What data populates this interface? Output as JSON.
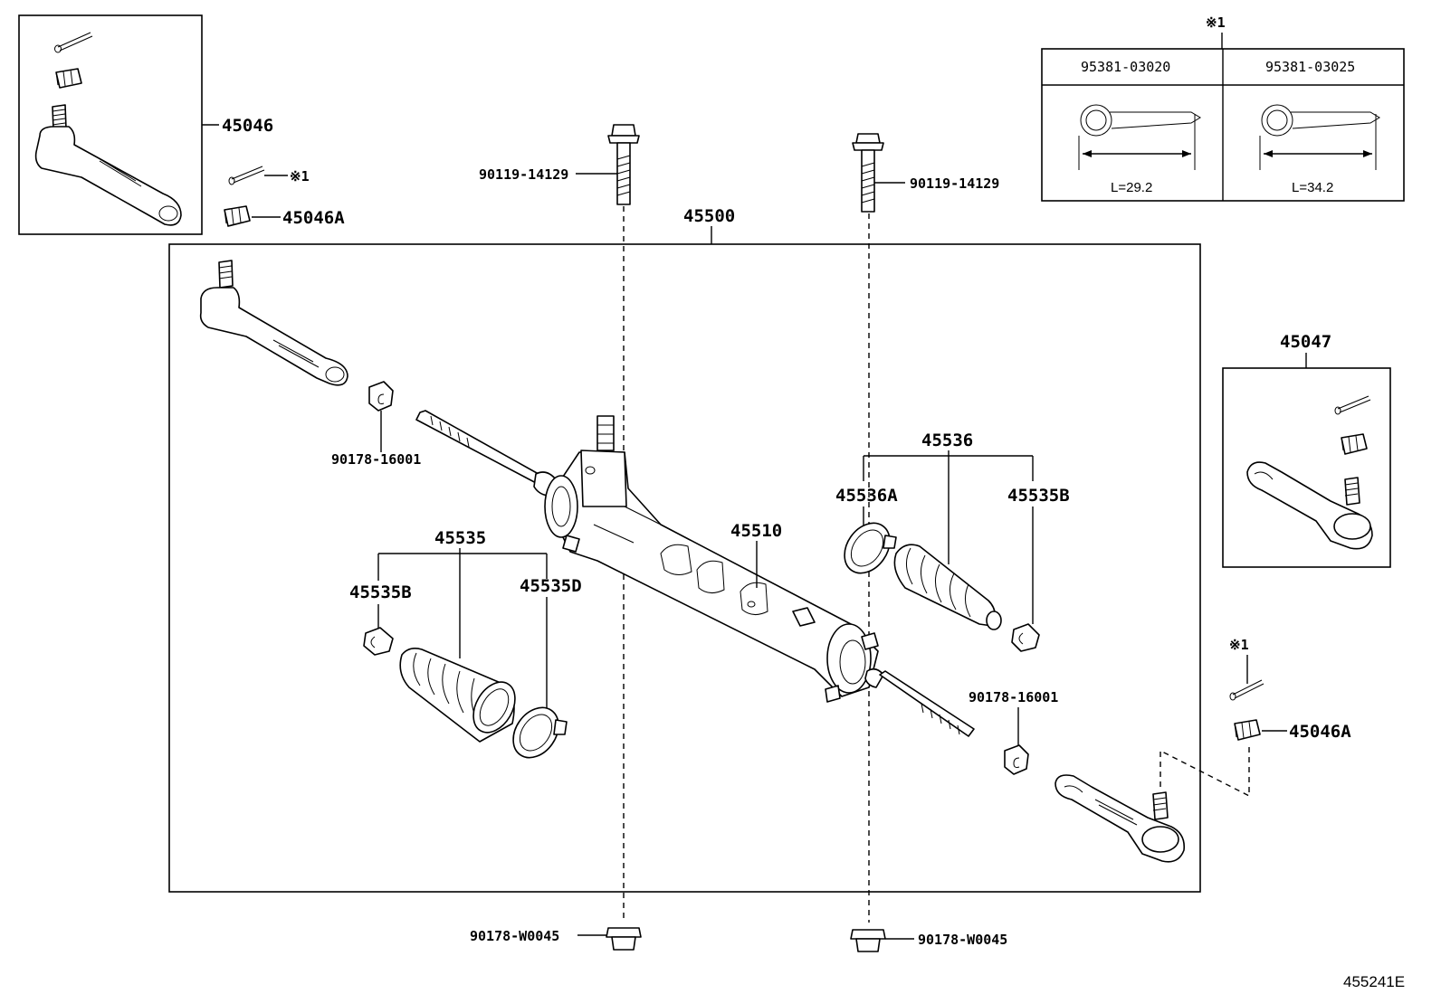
{
  "labels": {
    "p45046": "45046",
    "p45046A_top": "45046A",
    "note_pin_top": "※1",
    "p45500": "45500",
    "bolt_left": "90119-14129",
    "bolt_right": "90119-14129",
    "nut_left": "90178-16001",
    "nut_right": "90178-16001",
    "p45536": "45536",
    "p45536A": "45536A",
    "p45535B_right": "45535B",
    "p45510": "45510",
    "p45535": "45535",
    "p45535B_left": "45535B",
    "p45535D": "45535D",
    "p45047": "45047",
    "note_pin_right": "※1",
    "p45046A_right": "45046A",
    "wnut_left": "90178-W0045",
    "wnut_right": "90178-W0045",
    "ref_code": "455241E"
  },
  "pin_table": {
    "note": "※1",
    "columns": [
      {
        "part_no": "95381-03020",
        "length": "L=29.2"
      },
      {
        "part_no": "95381-03025",
        "length": "L=34.2"
      }
    ]
  }
}
